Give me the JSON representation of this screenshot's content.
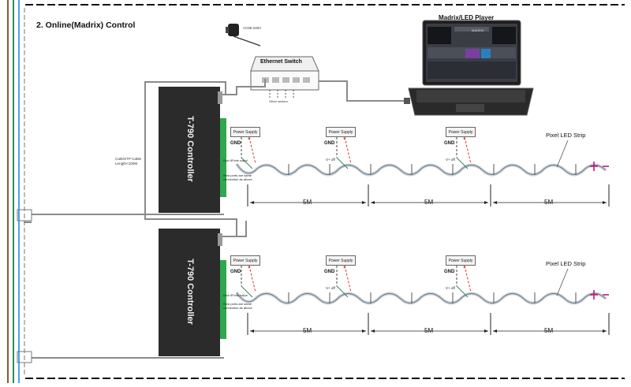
{
  "heading": "2. Online(Madrix) Control",
  "player": {
    "title": "Madrix/LED Player",
    "logo_text": "MADRIX"
  },
  "adapter": {
    "label": "AC85-240V"
  },
  "switch": {
    "title": "Ethernet Switch",
    "other_label": "Other section"
  },
  "cable": {
    "label": "Cat5/STP Cable Length<100M"
  },
  "controllers": [
    {
      "label": "T-790 Controller",
      "note_small": "Each 8Ports output",
      "note": "Rest ports are same connection as above"
    },
    {
      "label": "T-790 Controller",
      "note_small": "Each 8Ports output",
      "note": "Rest ports are same connection as above"
    }
  ],
  "power_supply_label": "Power Supply",
  "gnd_label": "GND",
  "plus_label": "+",
  "vplus_label": "V+ off",
  "segment_length": "5M",
  "strip_label": "Pixel LED Strip",
  "icons": [
    "power-adapter-icon",
    "ethernet-switch-icon",
    "laptop-icon",
    "controller-icon",
    "led-strip-icon",
    "power-supply-icon"
  ],
  "colors": {
    "controller": "#2b2b2b",
    "terminal": "#2fa84f",
    "cable": "#8a8a8a",
    "positive": "#d22222",
    "end_marker": "#c2187a",
    "border_left": "#8b5a2b",
    "border_teal": "#2e8b57",
    "border_blue": "#4aa3df"
  }
}
